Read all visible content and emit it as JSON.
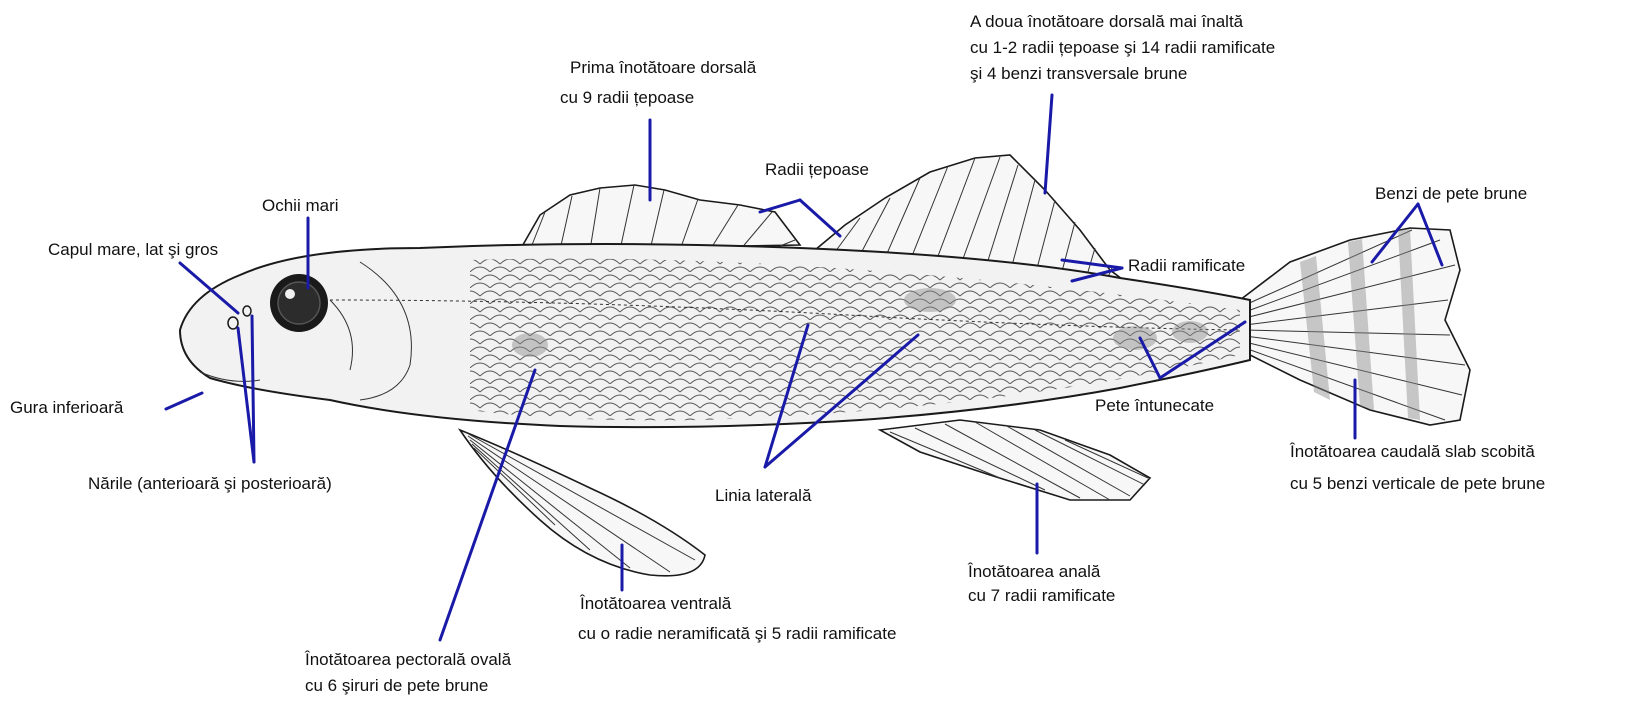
{
  "labels": {
    "dorsal2_l1": "A doua înotătoare dorsală mai înaltă",
    "dorsal2_l2": "cu 1-2 radii țepoase şi 14 radii ramificate",
    "dorsal2_l3": "şi 4 benzi transversale brune",
    "dorsal1_l1": "Prima înotătoare dorsală",
    "dorsal1_l2": "cu 9 radii țepoase",
    "spiny_rays": "Radii țepoase",
    "eyes": "Ochii mari",
    "head": "Capul mare, lat şi gros",
    "mouth": "Gura inferioară",
    "nostrils": "Nările (anterioară şi posterioară)",
    "branched_rays": "Radii ramificate",
    "caudal_bands": "Benzi de pete brune",
    "dark_spots": "Pete întunecate",
    "caudal_l1": "Înotătoarea caudală slab scobită",
    "caudal_l2": "cu 5 benzi verticale de pete brune",
    "lateral_line": "Linia laterală",
    "anal_l1": "Înotătoarea anală",
    "anal_l2": "cu 7 radii ramificate",
    "ventral_l1": "Înotătoarea ventrală",
    "ventral_l2": "cu o radie neramificată şi 5 radii ramificate",
    "pectoral_l1": "Înotătoarea pectorală ovală",
    "pectoral_l2": "cu 6 şiruri de pete brune"
  },
  "colors": {
    "pointer": "#1a1aa8",
    "outline": "#1a1a1a",
    "text": "#111111"
  }
}
